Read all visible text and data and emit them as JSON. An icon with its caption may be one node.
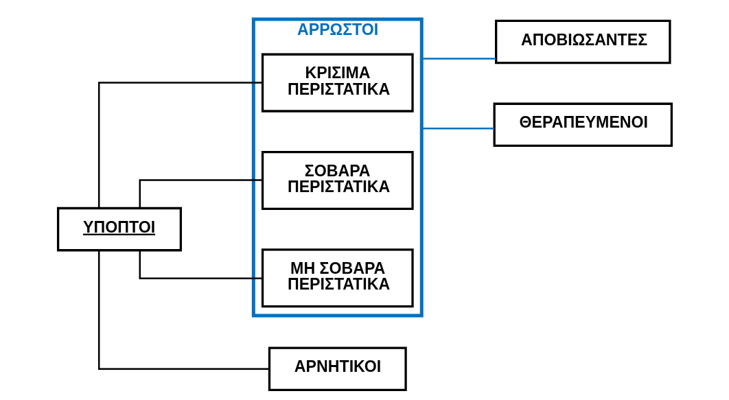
{
  "diagram": {
    "nodes": [
      {
        "text": [
          "ΥΠΟΠΤΟΙ"
        ]
      },
      {
        "text": [
          "ΑΡΡΩΣΤΟΙ"
        ]
      },
      {
        "text": [
          "ΚΡΙΣΙΜΑ ΠΕΡΙΣΤΑΤΙΚΑ"
        ],
        "in": 1
      },
      {
        "text": [
          "ΣΟΒΑΡΑ ΠΕΡΙΣΤΑΤΙΚΑ"
        ],
        "in": 1
      },
      {
        "text": [
          "ΜΗ ΣΟΒΑΡΑ ΠΕΡΙΣΤΑΤΙΚΑ"
        ],
        "in": 1
      },
      {
        "text": [
          "ΑΠΟΒΙΩΣΑΝΤΕΣ"
        ]
      },
      {
        "text": [
          "ΘΕΡΑΠΕΥΜΕΝΟΙ"
        ]
      },
      {
        "text": [
          "ΑΡΝΗΤΙΚΟΙ"
        ]
      }
    ],
    "edges": [
      {
        "from": 0,
        "to": 2,
        "arrow": "none"
      },
      {
        "from": 0,
        "to": 3,
        "arrow": "none"
      },
      {
        "from": 0,
        "to": 4,
        "arrow": "none"
      },
      {
        "from": 0,
        "to": 7,
        "arrow": "none"
      },
      {
        "from": 1,
        "to": 5,
        "arrow": "none",
        "color": "#0070c0"
      },
      {
        "from": 1,
        "to": 6,
        "arrow": "none",
        "color": "#0070c0"
      }
    ]
  }
}
